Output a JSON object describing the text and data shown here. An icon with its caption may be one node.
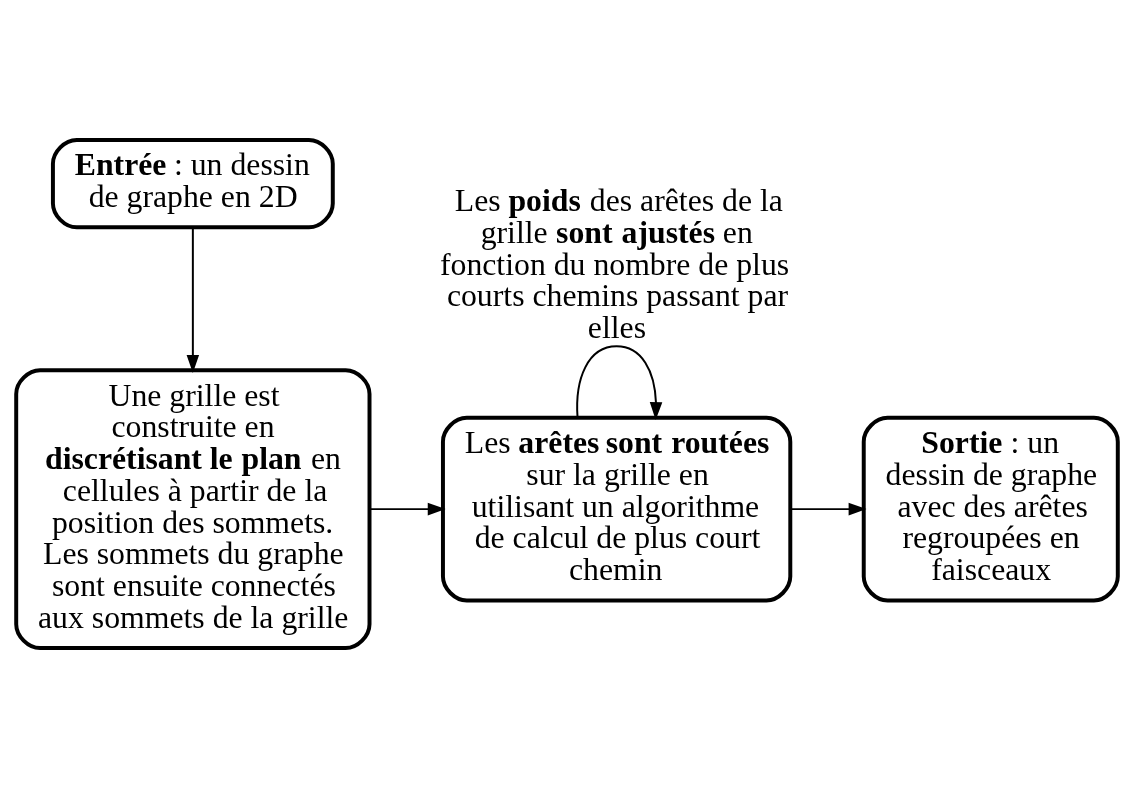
{
  "diagram": {
    "nodes": [
      {
        "text": [
          "**Entrée** : un dessin de graphe en 2D"
        ]
      },
      {
        "text": [
          "Une grille est construite en **discrétisant le plan** en cellules à partir de la position des sommets. Les sommets du graphe sont ensuite connectés aux sommets de la grille"
        ]
      },
      {
        "text": [
          "Les **arêtes sont routées** sur la grille en utilisant un algorithme de calcul de plus court chemin"
        ]
      },
      {
        "text": [
          "**Sortie** : un dessin de graphe avec des arêtes regroupées en faisceaux"
        ]
      }
    ],
    "edges": [
      {
        "from": 0,
        "to": 1,
        "arrow": "to"
      },
      {
        "from": 1,
        "to": 2,
        "arrow": "to"
      },
      {
        "from": 2,
        "to": 3,
        "arrow": "to"
      },
      {
        "from": 2,
        "to": 2,
        "arrow": "to",
        "label": "Les **poids** des arêtes de la grille **sont ajustés** en fonction du nombre de plus courts chemins passant par elles"
      }
    ]
  }
}
